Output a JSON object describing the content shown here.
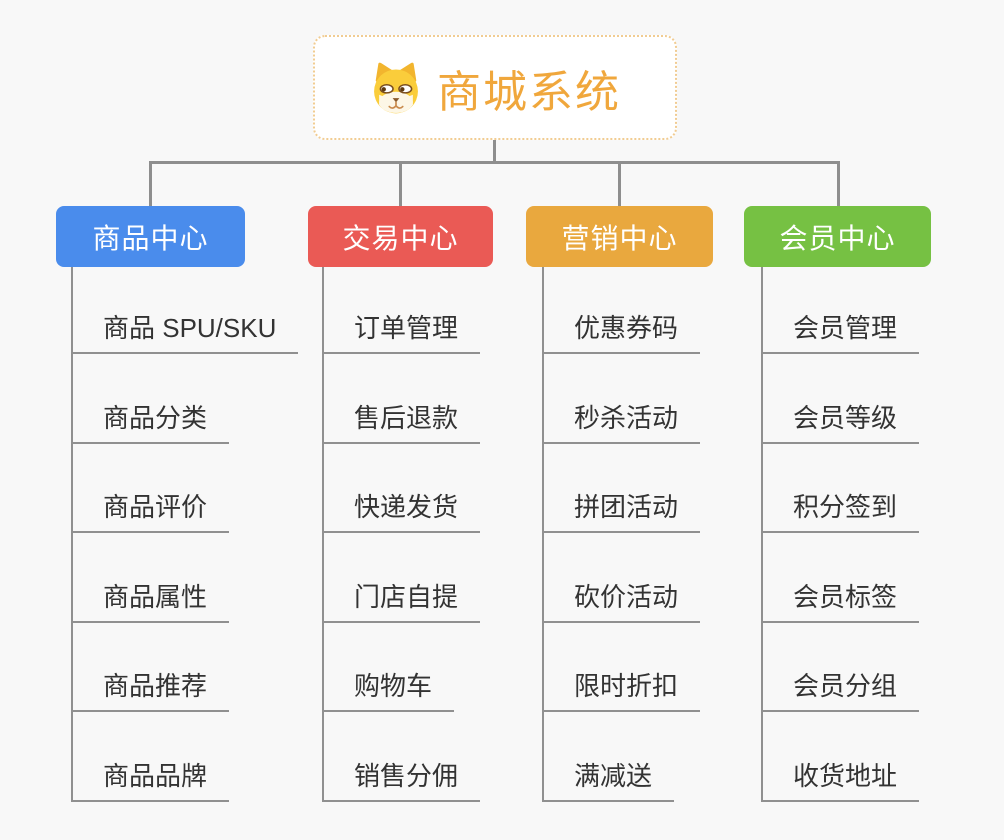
{
  "root": {
    "title": "商城系统",
    "icon": "dog-icon"
  },
  "branches": [
    {
      "label": "商品中心",
      "color": "#4A8CEC",
      "children": [
        "商品 SPU/SKU",
        "商品分类",
        "商品评价",
        "商品属性",
        "商品推荐",
        "商品品牌"
      ]
    },
    {
      "label": "交易中心",
      "color": "#EA5A55",
      "children": [
        "订单管理",
        "售后退款",
        "快递发货",
        "门店自提",
        "购物车",
        "销售分佣"
      ]
    },
    {
      "label": "营销中心",
      "color": "#E9A83E",
      "children": [
        "优惠券码",
        "秒杀活动",
        "拼团活动",
        "砍价活动",
        "限时折扣",
        "满减送"
      ]
    },
    {
      "label": "会员中心",
      "color": "#76C143",
      "children": [
        "会员管理",
        "会员等级",
        "积分签到",
        "会员标签",
        "会员分组",
        "收货地址"
      ]
    }
  ],
  "colors": {
    "background": "#F8F8F8",
    "connector_line": "#8E8E8E",
    "item_underline": "#909090",
    "root_text": "#F0A73C",
    "root_border": "#F1CC92",
    "item_text": "#333333"
  }
}
